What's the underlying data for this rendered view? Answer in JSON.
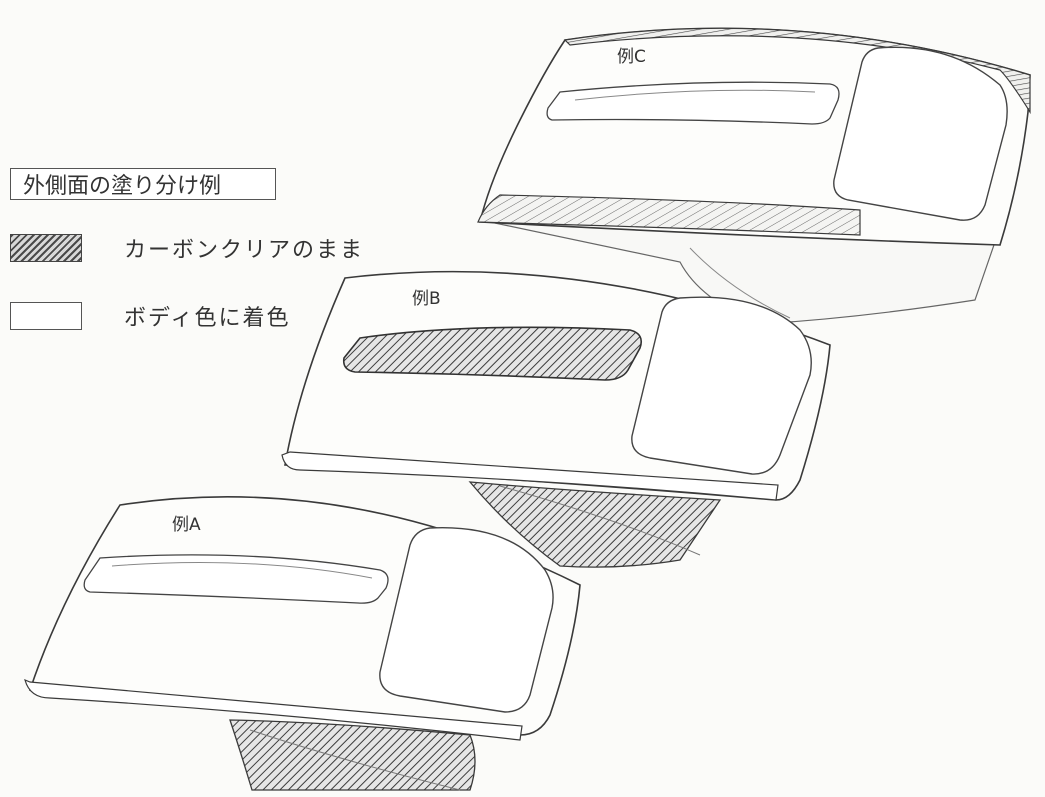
{
  "legend": {
    "title": "外側面の塗り分け例",
    "items": [
      {
        "swatch": "hatched",
        "label": "カーボンクリアのまま"
      },
      {
        "swatch": "plain",
        "label": "ボディ色に着色"
      }
    ]
  },
  "panels": [
    {
      "id": "A",
      "label": "例A",
      "strip_finish": "body-color",
      "underside_finish": "carbon-clear"
    },
    {
      "id": "B",
      "label": "例B",
      "strip_finish": "carbon-clear",
      "underside_finish": "carbon-clear"
    },
    {
      "id": "C",
      "label": "例C",
      "strip_finish": "body-color",
      "underside_finish": "body-color"
    }
  ],
  "colors": {
    "line": "#3a3a3a",
    "paper": "#fbfbf9",
    "hatch": "#4a4a4a"
  }
}
